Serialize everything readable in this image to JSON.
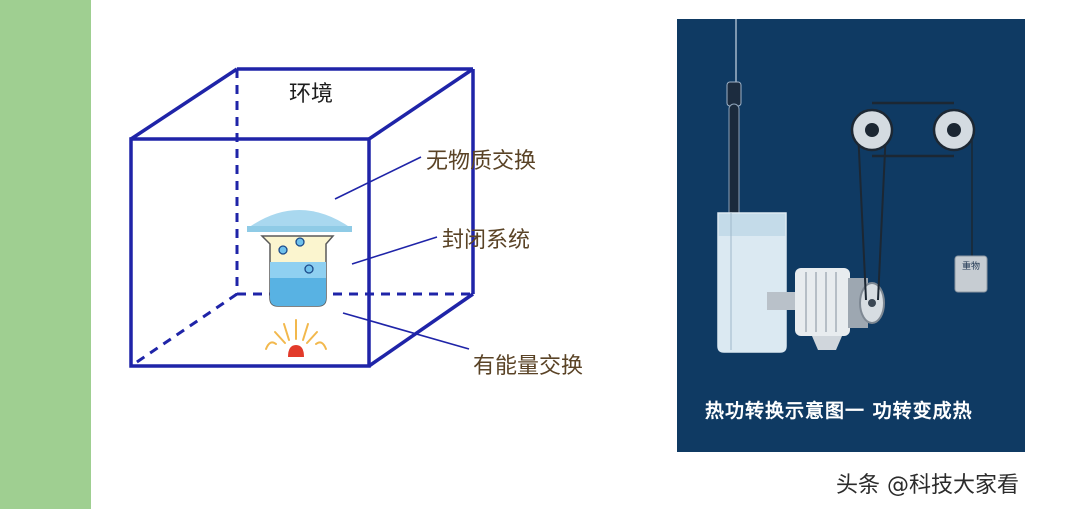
{
  "colors": {
    "stripe": "#9fcf91",
    "box_edge": "#1f24a8",
    "label_text": "#5a4326",
    "panel_bg": "#0f3a63",
    "flame": "#e23a2a"
  },
  "left_diagram": {
    "env_label": "环境",
    "no_matter_label": "无物质交换",
    "closed_system_label": "封闭系统",
    "energy_label": "有能量交换"
  },
  "right_diagram": {
    "caption": "热功转换示意图一 功转变成热",
    "weight_label": "重物"
  },
  "watermark": "头条 @科技大家看"
}
